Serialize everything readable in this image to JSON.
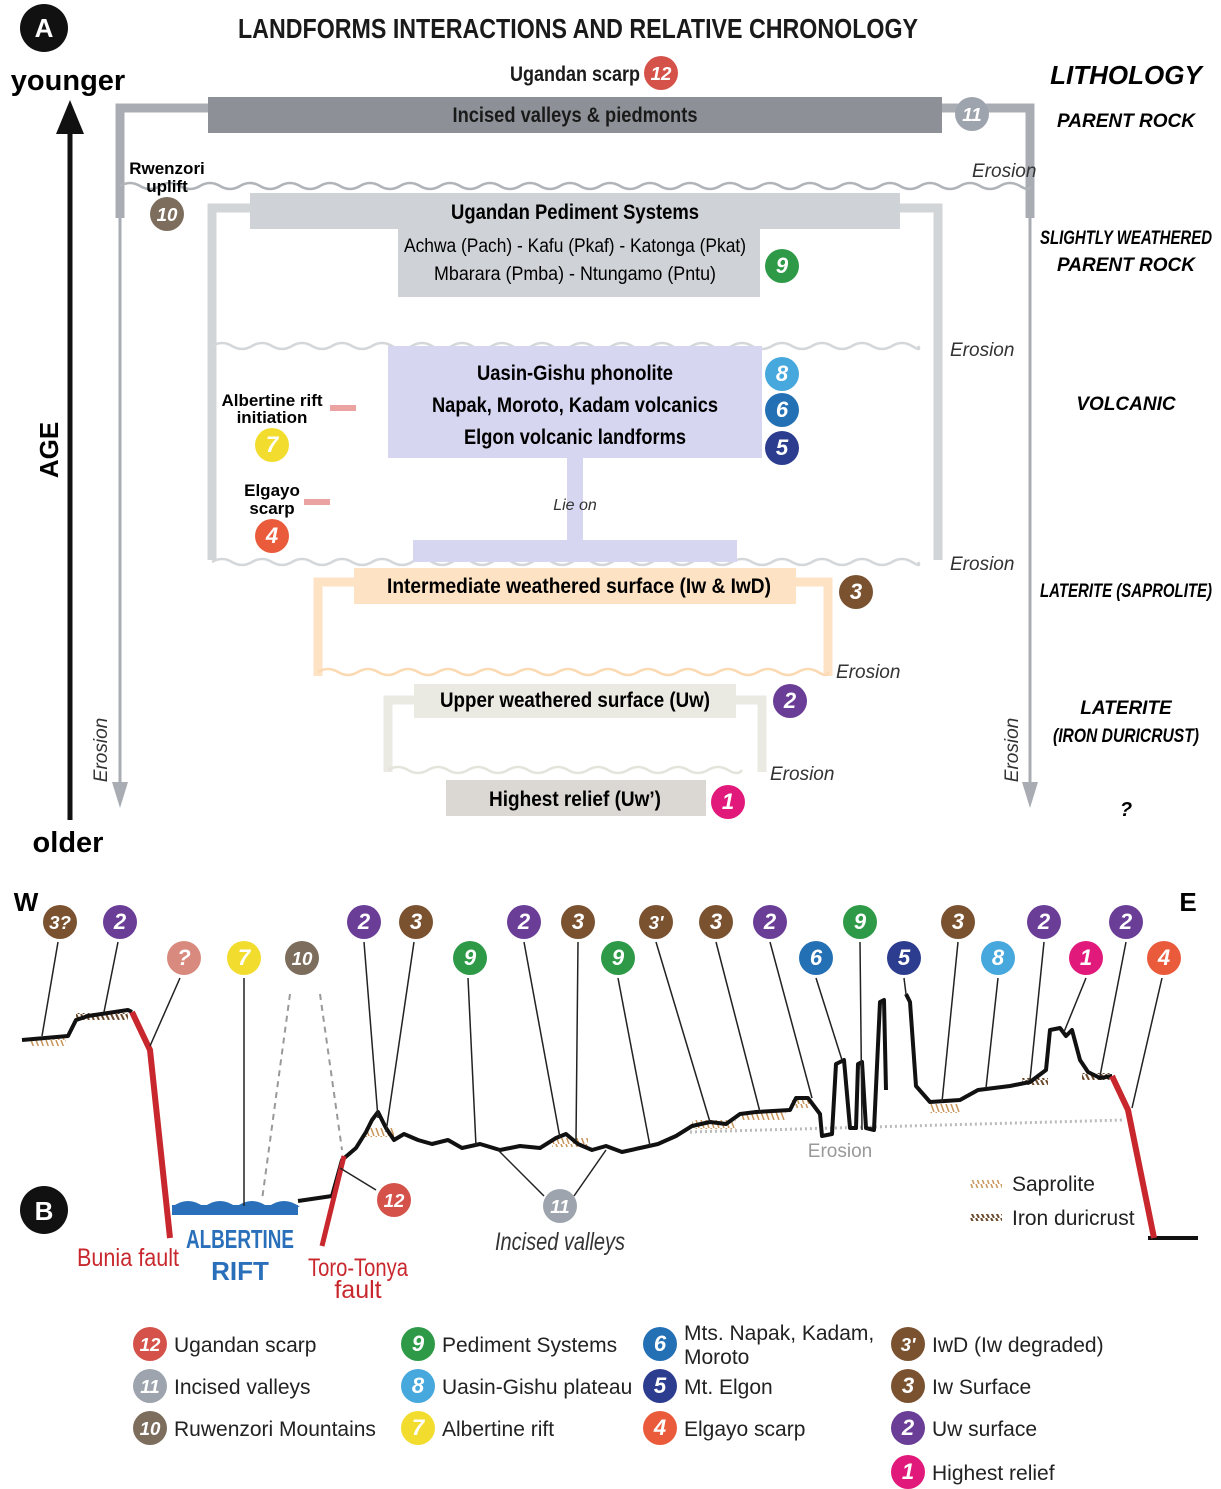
{
  "panel_a": {
    "letter": "A",
    "title": "LANDFORMS INTERACTIONS AND RELATIVE CHRONOLOGY",
    "age_axis": {
      "label": "AGE",
      "top": "younger",
      "bottom": "older"
    },
    "lithology": {
      "header": "LITHOLOGY",
      "parent_rock": "PARENT ROCK",
      "slightly_1": "SLIGHTLY WEATHERED",
      "slightly_2": "PARENT ROCK",
      "volcanic": "VOLCANIC",
      "laterite_sap": "LATERITE (SAPROLITE)",
      "laterite_1": "LATERITE",
      "laterite_2": "(IRON DURICRUST)",
      "unknown": "?"
    },
    "boxes": {
      "scarp": "Ugandan scarp",
      "incised": "Incised valleys & piedmonts",
      "pediment_title": "Ugandan Pediment Systems",
      "pediment_line1": "Achwa (Pach) - Kafu (Pkaf) - Katonga (Pkat)",
      "pediment_line2": "Mbarara (Pmba) - Ntungamo (Pntu)",
      "volcanic_1": "Uasin-Gishu phonolite",
      "volcanic_2": "Napak, Moroto, Kadam volcanics",
      "volcanic_3": "Elgon volcanic landforms",
      "lie_on": "Lie on",
      "intermediate": "Intermediate weathered surface (Iw & IwD)",
      "upper": "Upper weathered surface (Uw)",
      "highest": "Highest relief (Uw’)"
    },
    "side_labels": {
      "rwenzori_1": "Rwenzori",
      "rwenzori_2": "uplift",
      "albertine_1": "Albertine rift",
      "albertine_2": "initiation",
      "elgayo_1": "Elgayo",
      "elgayo_2": "scarp"
    },
    "erosion": "Erosion"
  },
  "panel_b": {
    "letter": "B",
    "west": "W",
    "east": "E",
    "bunia": "Bunia fault",
    "albertine_1": "ALBERTINE",
    "albertine_2": "RIFT",
    "toro_1": "Toro-Tonya",
    "toro_2": "fault",
    "incised": "Incised valleys",
    "erosion": "Erosion",
    "saprolite": "Saprolite",
    "duricrust": "Iron duricrust"
  },
  "badge_colors": {
    "1": "#e0197a",
    "2": "#6a3d96",
    "3": "#7a5230",
    "3?": "#7a5230",
    "3'": "#7a5230",
    "4": "#ea5b3c",
    "5": "#2c3d8f",
    "6": "#2470b5",
    "7": "#f2dc2d",
    "8": "#46a8dc",
    "9": "#2e9a47",
    "10": "#7c6d5c",
    "11": "#9ea4ad",
    "12": "#d5524a",
    "?": "#d98a7e"
  },
  "legend": [
    {
      "num": "12",
      "label": "Ugandan scarp"
    },
    {
      "num": "11",
      "label": "Incised valleys"
    },
    {
      "num": "10",
      "label": "Ruwenzori Mountains"
    },
    {
      "num": "9",
      "label": "Pediment Systems"
    },
    {
      "num": "8",
      "label": "Uasin-Gishu plateau"
    },
    {
      "num": "7",
      "label": "Albertine rift"
    },
    {
      "num": "6",
      "label": "Mts. Napak, Kadam, Moroto"
    },
    {
      "num": "5",
      "label": "Mt. Elgon"
    },
    {
      "num": "4",
      "label": "Elgayo scarp"
    },
    {
      "num": "3'",
      "label": "IwD (Iw degraded)"
    },
    {
      "num": "3",
      "label": "Iw Surface"
    },
    {
      "num": "2",
      "label": "Uw surface"
    },
    {
      "num": "1",
      "label": "Highest relief"
    }
  ]
}
